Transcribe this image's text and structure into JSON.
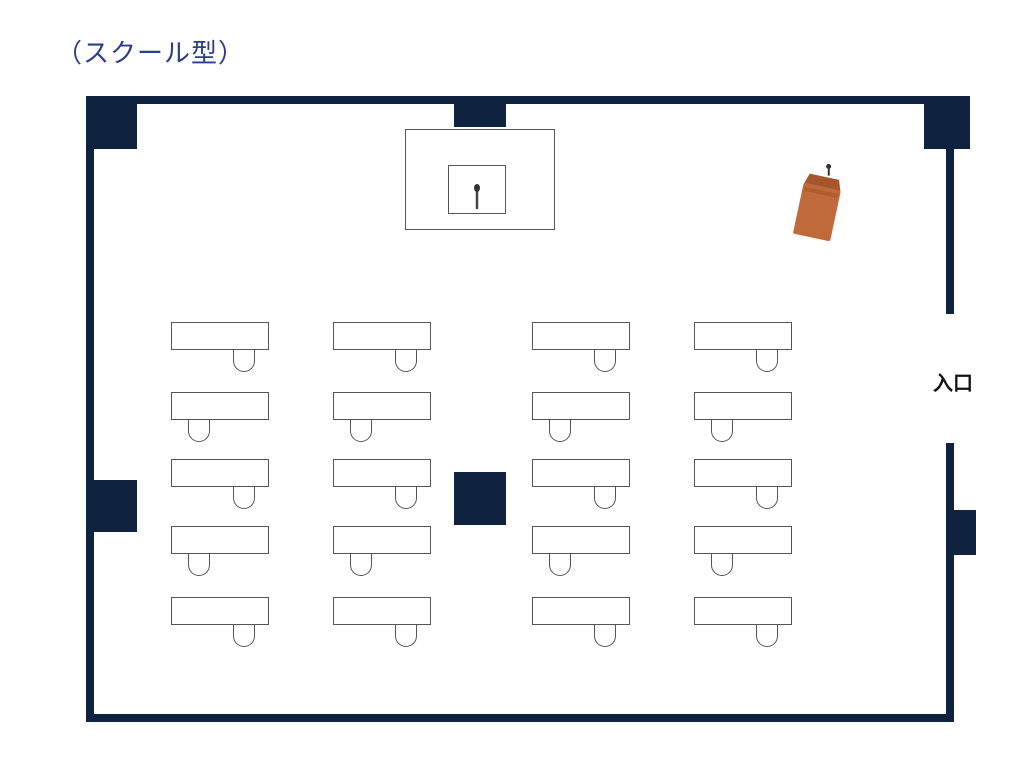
{
  "title": "（スクール型）",
  "entrance": {
    "label": "入口"
  },
  "colors": {
    "wall": "#0f2340",
    "title": "#2c3e8a",
    "podium": "#c0693a",
    "outline": "#555555"
  },
  "icons": {
    "podium": "podium-icon",
    "microphone": "microphone-icon"
  },
  "seating": {
    "style": "school",
    "columns": 4,
    "rows": 5,
    "desk_count": 20
  }
}
